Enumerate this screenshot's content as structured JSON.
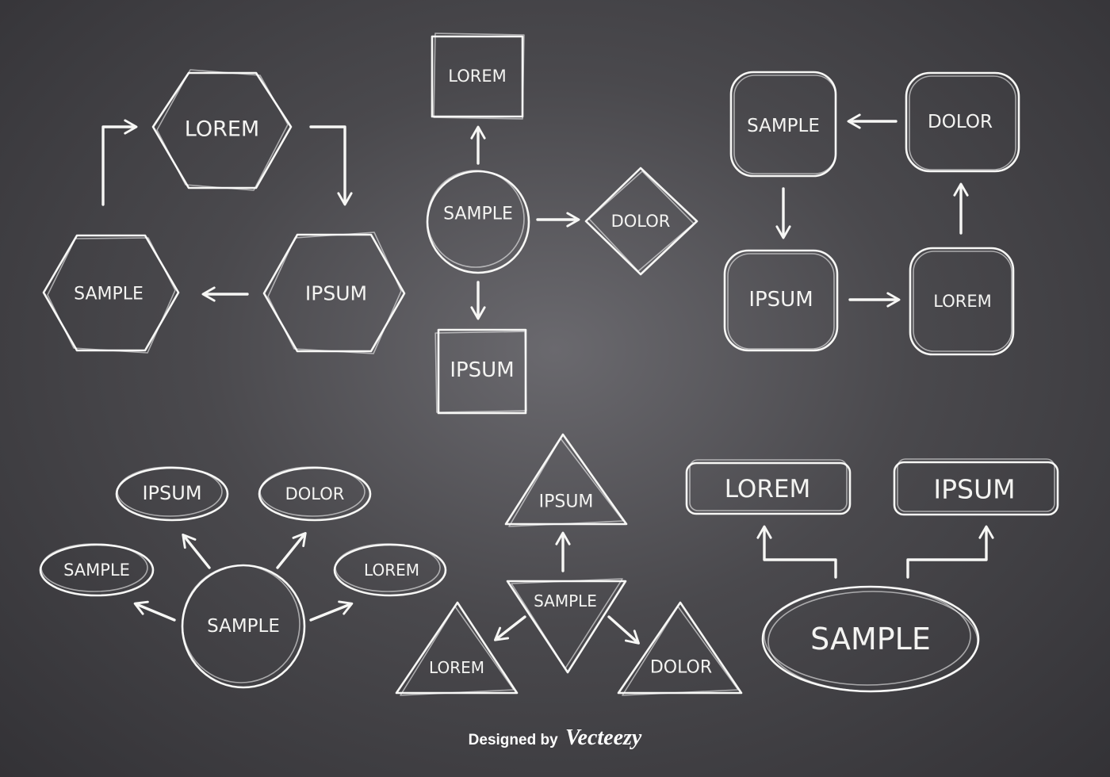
{
  "diagrams": {
    "hexagon_cycle": {
      "top": "LOREM",
      "left": "SAMPLE",
      "right": "IPSUM"
    },
    "circle_hub": {
      "center": "SAMPLE",
      "top": "LOREM",
      "right": "DOLOR",
      "bottom": "IPSUM"
    },
    "square_cycle": {
      "top_left": "SAMPLE",
      "top_right": "DOLOR",
      "bottom_left": "IPSUM",
      "bottom_right": "LOREM"
    },
    "ellipse_hub": {
      "center": "SAMPLE",
      "top_left": "IPSUM",
      "top_right": "DOLOR",
      "left": "SAMPLE",
      "right": "LOREM"
    },
    "triangle_tree": {
      "center": "SAMPLE",
      "top": "IPSUM",
      "left": "LOREM",
      "right": "DOLOR"
    },
    "oval_tree": {
      "bottom": "SAMPLE",
      "left": "LOREM",
      "right": "IPSUM"
    }
  },
  "credit": {
    "prefix": "Designed by",
    "brand": "Vecteezy"
  }
}
